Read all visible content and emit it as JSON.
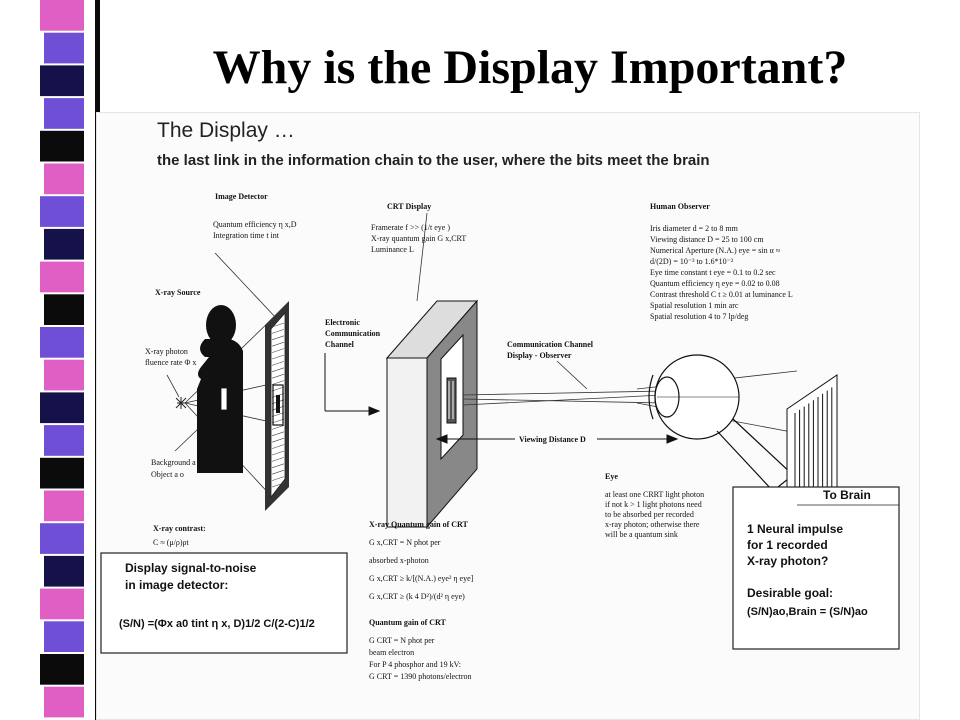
{
  "slide": {
    "title": "Why is the Display Important?"
  },
  "header": {
    "heading": "The Display …",
    "subheading": "the last link in the information chain to the user, where the bits meet the brain"
  },
  "image_detector": {
    "title": "Image Detector",
    "line1": "Quantum efficiency η x,D",
    "line2": "Integration time t int"
  },
  "crt_display": {
    "title": "CRT Display",
    "line1": "Framerate f >> (1/t eye )",
    "line2": "X-ray quantum gain G x,CRT",
    "line3": "Luminance L"
  },
  "human_observer": {
    "title": "Human Observer",
    "lines": [
      "Iris diameter d = 2 to 8 mm",
      "Viewing distance D = 25 to 100 cm",
      "Numerical Aperture (N.A.) eye = sin α ≈",
      "d/(2D) = 10⁻³ to 1.6*10⁻²",
      "Eye time constant t eye = 0.1 to 0.2 sec",
      "Quantum efficiency η eye = 0.02 to 0.08",
      "Contrast threshold C t ≥ 0.01 at luminance L",
      "Spatial resolution 1 min arc",
      "Spatial resolution 4 to 7 lp/deg"
    ]
  },
  "xray_source": {
    "title": "X-ray Source",
    "photon_line1": "X-ray photon",
    "photon_line2": "fluence rate Φ x",
    "background": "Background a B",
    "object": "Object a o"
  },
  "electronic_channel": {
    "line1": "Electronic",
    "line2": "Communication",
    "line3": "Channel"
  },
  "comm_channel": {
    "line1": "Communication Channel",
    "line2": "Display - Observer"
  },
  "viewing_distance": {
    "label": "Viewing Distance D"
  },
  "eye": {
    "title": "Eye",
    "lines": [
      "at least one CRRT light photon",
      "if not k > 1 light photons need",
      "to be absorbed per recorded",
      "x-ray photon; otherwise there",
      "will be a quantum sink"
    ]
  },
  "xray_contrast": {
    "title": "X-ray contrast:",
    "formula": "C ≈ (μ/ρ)ρt"
  },
  "snr_box": {
    "line1": "Display signal-to-noise",
    "line2": "in image detector:",
    "formula": "(S/N)   =(Φx a0 tint η x, D)1/2 C/(2-C)1/2"
  },
  "crt_gain": {
    "title": "X-ray Quantum gain of CRT",
    "lines": [
      "G x,CRT = N phot per",
      "absorbed x-photon",
      "G x,CRT ≥ k/[(N.A.) eye² η eye]",
      "G x,CRT ≥ (k 4 D²)/(d² η eye)"
    ]
  },
  "quantum_gain": {
    "title": "Quantum gain of CRT",
    "lines": [
      "G CRT = N phot per",
      "beam electron",
      "For P 4 phosphor and 19 kV:",
      "G CRT = 1390 photons/electron"
    ]
  },
  "brain_box": {
    "title": "To Brain",
    "line1": "1 Neural impulse",
    "line2": "for 1 recorded",
    "line3": "X-ray photon?",
    "goal": "Desirable goal:",
    "formula": "(S/N)ao,Brain = (S/N)ao"
  },
  "colors": {
    "stripe_pink": "#e05fc4",
    "stripe_violet": "#6e4fd6",
    "stripe_navy": "#15124a",
    "stripe_black": "#0b0b0b"
  }
}
